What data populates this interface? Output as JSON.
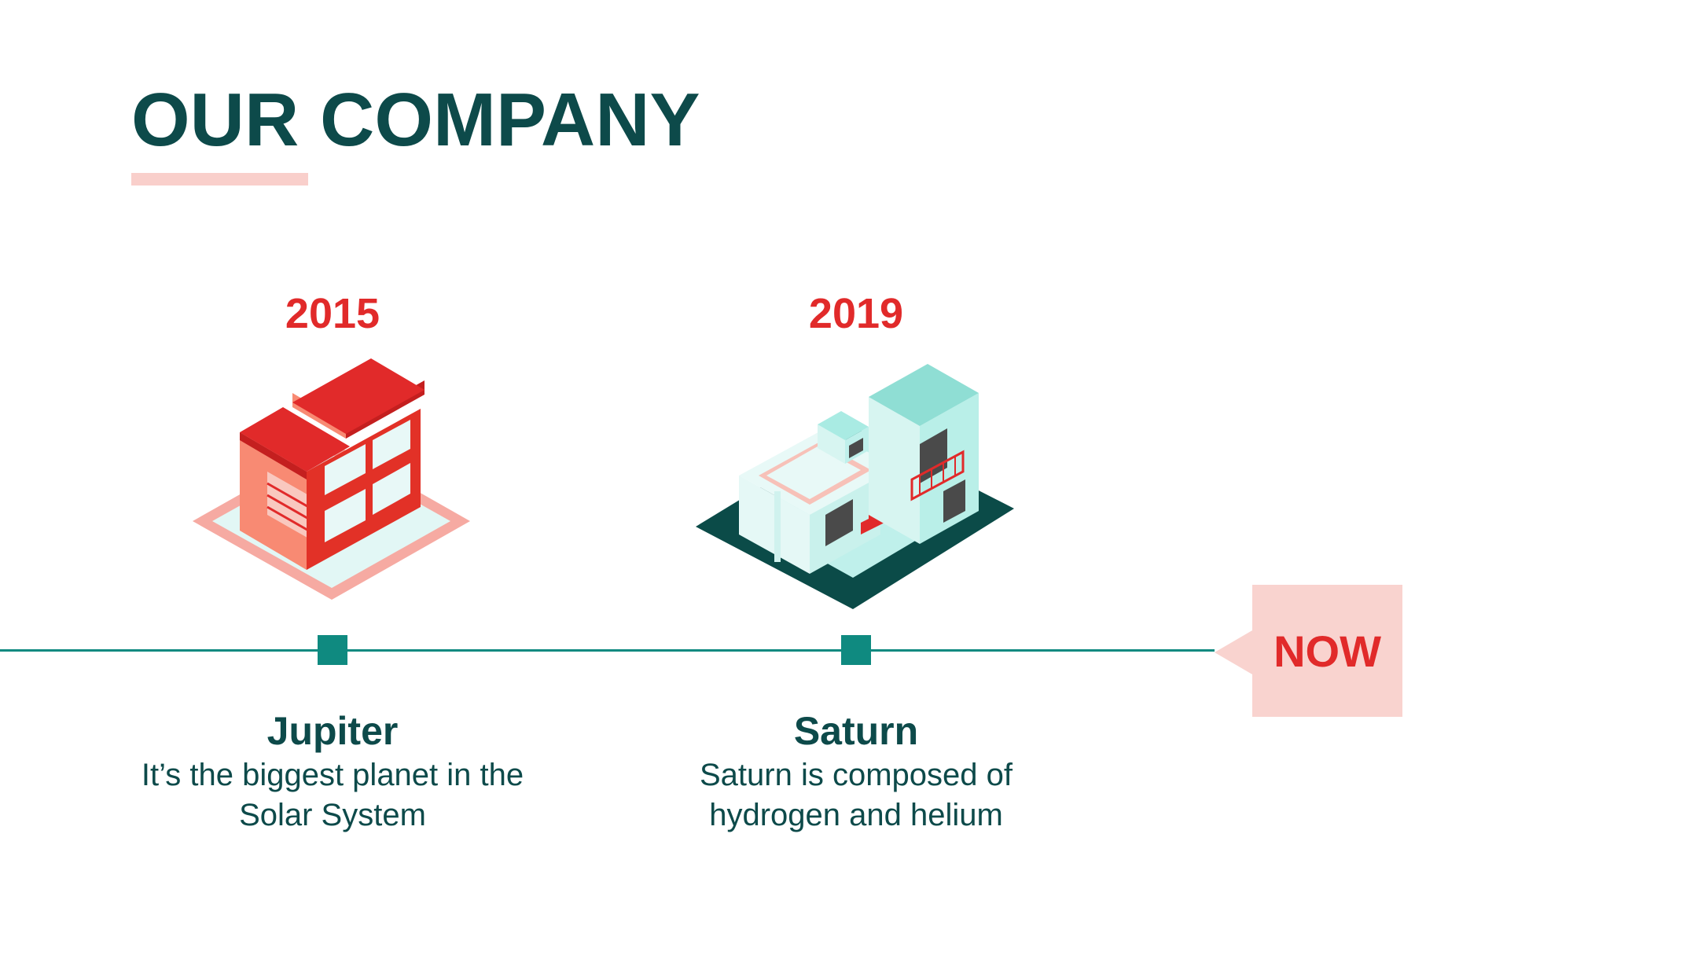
{
  "slide": {
    "title": "OUR COMPANY"
  },
  "timeline": {
    "milestones": [
      {
        "year": "2015",
        "name": "Jupiter",
        "description": "It’s the biggest planet in the Solar System"
      },
      {
        "year": "2019",
        "name": "Saturn",
        "description": "Saturn is composed of hydrogen and helium"
      }
    ],
    "now_label": "NOW"
  },
  "colors": {
    "title": "#0d4a4a",
    "accent_red": "#e12a2a",
    "accent_pink": "#f9d3cf",
    "teal": "#0f8a80"
  },
  "icons": {
    "building_1": "red-house-icon",
    "building_2": "mint-house-icon"
  }
}
